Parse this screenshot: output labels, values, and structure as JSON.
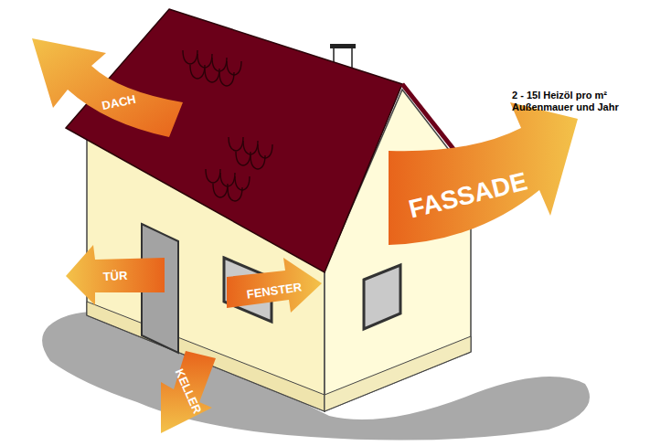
{
  "diagram": {
    "labels": [
      "DACH",
      "FASSADE",
      "TÜR",
      "FENSTER",
      "KELLER",
      "2 - 15l Heizöl pro m² Außenmauer und Jahr"
    ]
  }
}
